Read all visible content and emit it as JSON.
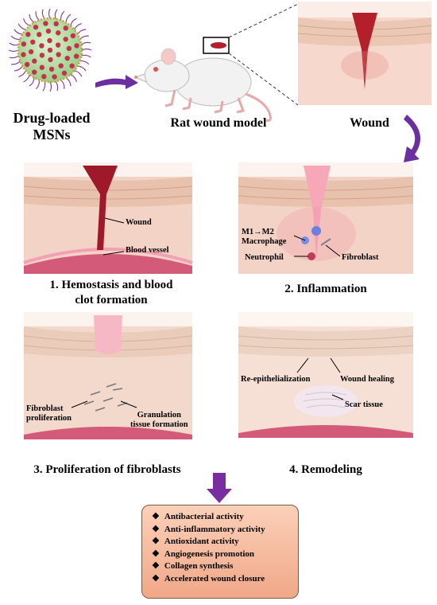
{
  "top": {
    "msn_label_line1": "Drug-loaded",
    "msn_label_line2": "MSNs",
    "rat_label": "Rat wound model",
    "wound_label": "Wound"
  },
  "panels": {
    "p1": {
      "title_line1": "1. Hemostasis and blood",
      "title_line2": "clot formation",
      "annotations": {
        "wound": "Wound",
        "blood_vessel": "Blood vessel"
      }
    },
    "p2": {
      "title": "2. Inflammation",
      "annotations": {
        "macrophage_line1": "M1→M2",
        "macrophage_line2": "Macrophage",
        "neutrophil": "Neutrophil",
        "fibroblast": "Fibroblast"
      }
    },
    "p3": {
      "title": "3. Proliferation of fibroblasts",
      "annotations": {
        "fibroblast_line1": "Fibroblast",
        "fibroblast_line2": "proliferation",
        "granulation_line1": "Granulation",
        "granulation_line2": "tissue formation"
      }
    },
    "p4": {
      "title": "4. Remodeling",
      "annotations": {
        "reepithelialization": "Re-epithelialization",
        "wound_healing": "Wound healing",
        "scar_tissue": "Scar tissue"
      }
    }
  },
  "benefits": {
    "bullet": "❖",
    "items": [
      "Antibacterial activity",
      "Anti-inflammatory activity",
      "Antioxidant activity",
      "Angiogenesis promotion",
      "Collagen synthesis",
      "Accelerated wound closure"
    ]
  },
  "colors": {
    "arrow_purple": "#6b2fa0",
    "skin_pink": "#f4cfc3",
    "wound_red": "#b3202c",
    "benefit_box": "#f6b89a",
    "msn_green": "#b8e0a6"
  }
}
